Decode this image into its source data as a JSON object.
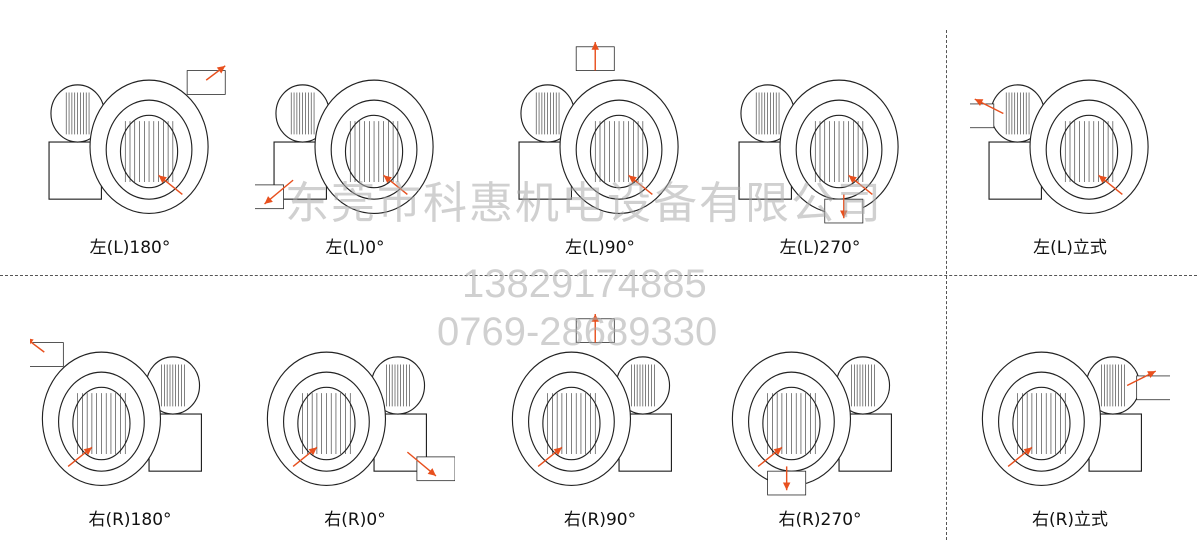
{
  "figures": [
    {
      "label": "左(L)180°",
      "outlet": 180
    },
    {
      "label": "左(L)0°",
      "outlet": 0
    },
    {
      "label": "左(L)90°",
      "outlet": 90
    },
    {
      "label": "左(L)270°",
      "outlet": 270
    },
    {
      "label": "左(L)立式",
      "outlet": "vertical"
    },
    {
      "label": "右(R)180°",
      "outlet": 180
    },
    {
      "label": "右(R)0°",
      "outlet": 0
    },
    {
      "label": "右(R)90°",
      "outlet": 90
    },
    {
      "label": "右(R)270°",
      "outlet": 270
    },
    {
      "label": "右(R)立式",
      "outlet": "vertical"
    }
  ],
  "watermark": {
    "company": "东莞市科惠机电设备有限公司",
    "mobile": "13829174885",
    "phone": "0769-28689330"
  },
  "colors": {
    "arrow": "#e8501e",
    "line": "#222222"
  }
}
